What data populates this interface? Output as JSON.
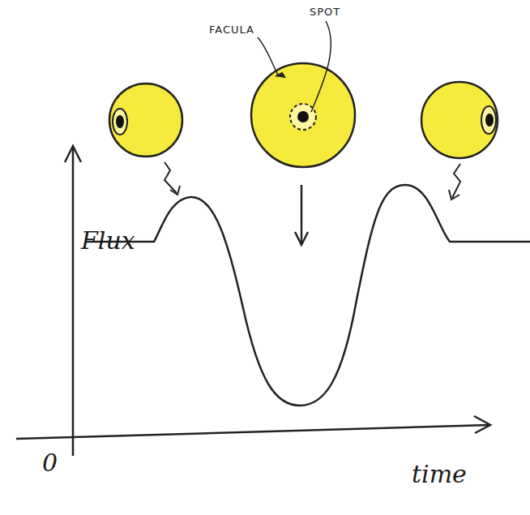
{
  "diagram": {
    "labels": [
      "FACULA",
      "SPOT",
      "Flux",
      "0",
      "time"
    ]
  }
}
